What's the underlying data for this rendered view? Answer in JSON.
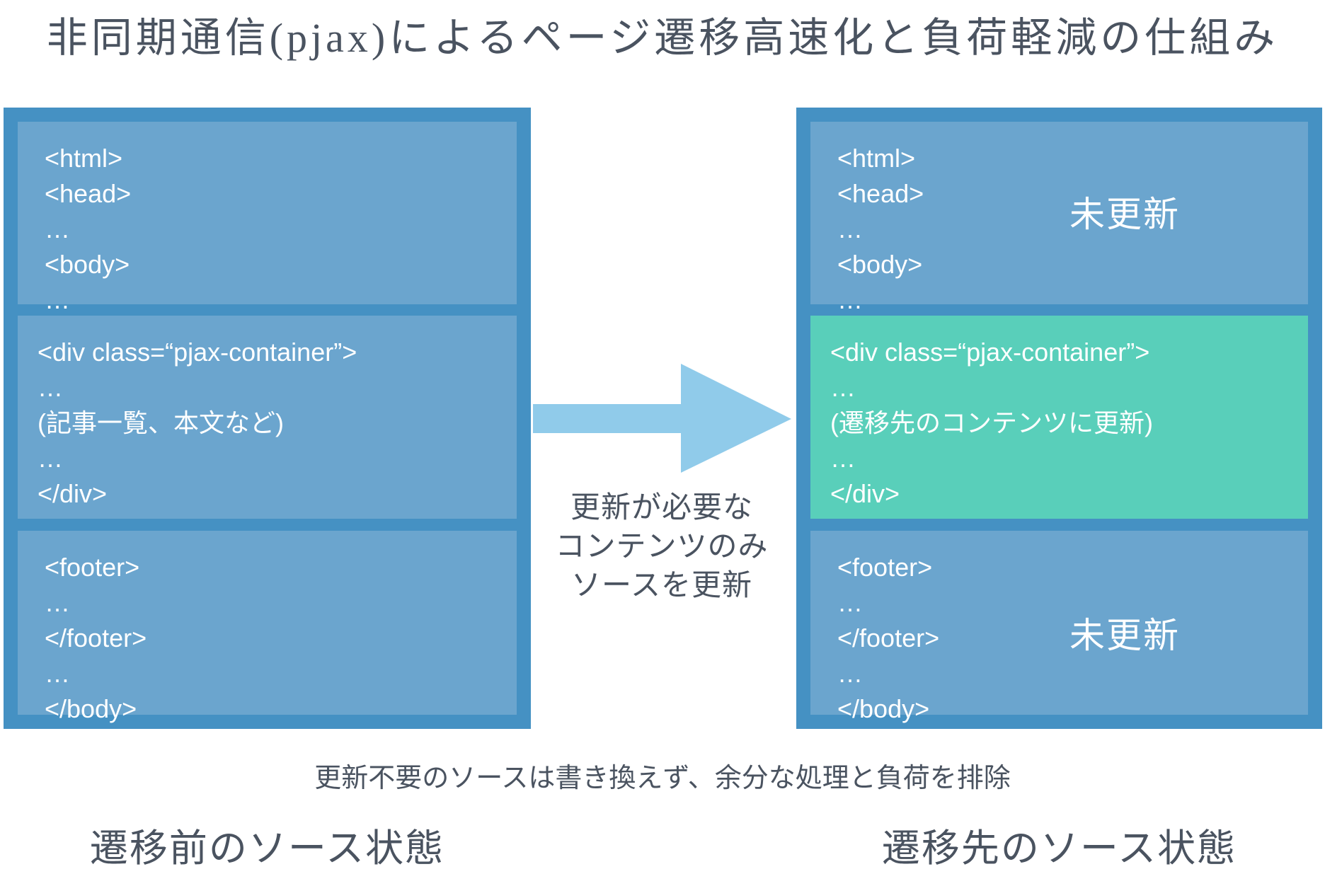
{
  "title": "非同期通信(pjax)によるページ遷移高速化と負荷軽減の仕組み",
  "colors": {
    "panel-border": "#4591C3",
    "section-blue": "#6BA5CE",
    "section-green": "#59CFBA",
    "arrow-blue": "#90CBEA",
    "text-dark": "#4A5360",
    "text-white": "#FFFFFF"
  },
  "left_panel": {
    "sections": [
      {
        "lines": [
          "<html>",
          "<head>",
          "…",
          "<body>",
          "…"
        ]
      },
      {
        "lines": [
          "<div class=“pjax-container”>",
          "…",
          "(記事一覧、本文など)",
          "…",
          "</div>"
        ]
      },
      {
        "lines": [
          "<footer>",
          "…",
          "</footer>",
          "…",
          "</body>"
        ]
      }
    ],
    "caption": "遷移前のソース状態"
  },
  "right_panel": {
    "sections": [
      {
        "lines": [
          "<html>",
          "<head>",
          "…",
          "<body>",
          "…"
        ],
        "badge": "未更新"
      },
      {
        "lines": [
          "<div class=“pjax-container”>",
          "…",
          "(遷移先のコンテンツに更新)",
          "…",
          "</div>"
        ],
        "highlighted": true
      },
      {
        "lines": [
          "<footer>",
          "…",
          "</footer>",
          "…",
          "</body>"
        ],
        "badge": "未更新"
      }
    ],
    "caption": "遷移先のソース状態"
  },
  "arrow_label_lines": [
    "更新が必要な",
    "コンテンツのみ",
    "ソースを更新"
  ],
  "footnote": "更新不要のソースは書き換えず、余分な処理と負荷を排除"
}
